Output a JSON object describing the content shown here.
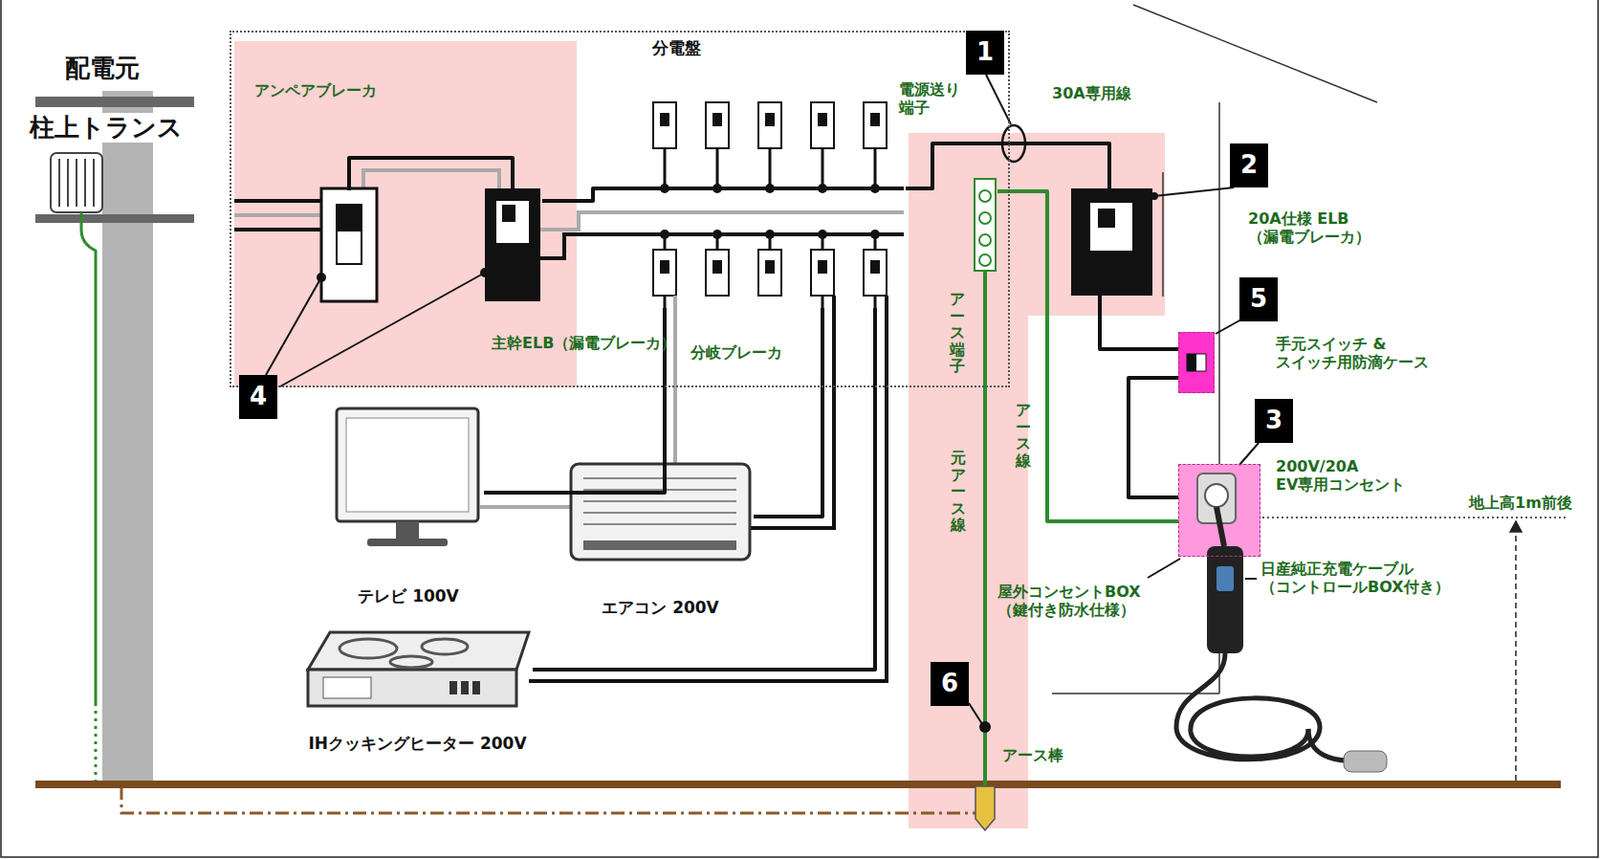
{
  "diagram": {
    "nodes": [
      {
        "text": [
          "分電盤"
        ]
      },
      {
        "text": [
          "アンペアブレーカ"
        ],
        "in": 0
      },
      {
        "text": [
          "主幹ELB（漏電ブレーカ）"
        ],
        "in": 0
      },
      {
        "text": [
          "分岐ブレーカ"
        ],
        "in": 0
      },
      {
        "text": [
          "20A仕様 ELB （漏電ブレーカ）"
        ]
      },
      {
        "text": [
          "手元スイッチ & スイッチ用防滴ケース"
        ]
      },
      {
        "text": [
          "200V/20A EV専用コンセント",
          "屋外コンセントBOX （鍵付き防水仕様）"
        ]
      },
      {
        "text": [
          "テレビ 100V"
        ]
      },
      {
        "text": [
          "エアコン 200V"
        ]
      },
      {
        "text": [
          "IHクッキングヒーター 200V"
        ]
      },
      {
        "text": [
          "アース端子"
        ],
        "in": 0
      }
    ],
    "edges": [
      {
        "from": 1,
        "to": 2,
        "arrow": "none"
      },
      {
        "from": 2,
        "to": 3,
        "arrow": "none"
      },
      {
        "from": 3,
        "to": 7,
        "arrow": "none"
      },
      {
        "from": 3,
        "to": 8,
        "arrow": "none"
      },
      {
        "from": 3,
        "to": 9,
        "arrow": "none"
      },
      {
        "from": 3,
        "to": 4,
        "arrow": "none"
      },
      {
        "from": 4,
        "to": 5,
        "arrow": "none"
      },
      {
        "from": 5,
        "to": 6,
        "arrow": "none"
      },
      {
        "from": 10,
        "to": 6,
        "arrow": "none"
      }
    ],
    "labels": [
      "配電元",
      "柱上トランス",
      "電源送り 端子",
      "30A専用線",
      "1",
      "2",
      "5",
      "3",
      "4",
      "地上高1m前後",
      "アース線",
      "元アース線",
      "6",
      "アース棒",
      "日産純正充電ケーブル （コントロールBOX付き）"
    ]
  }
}
